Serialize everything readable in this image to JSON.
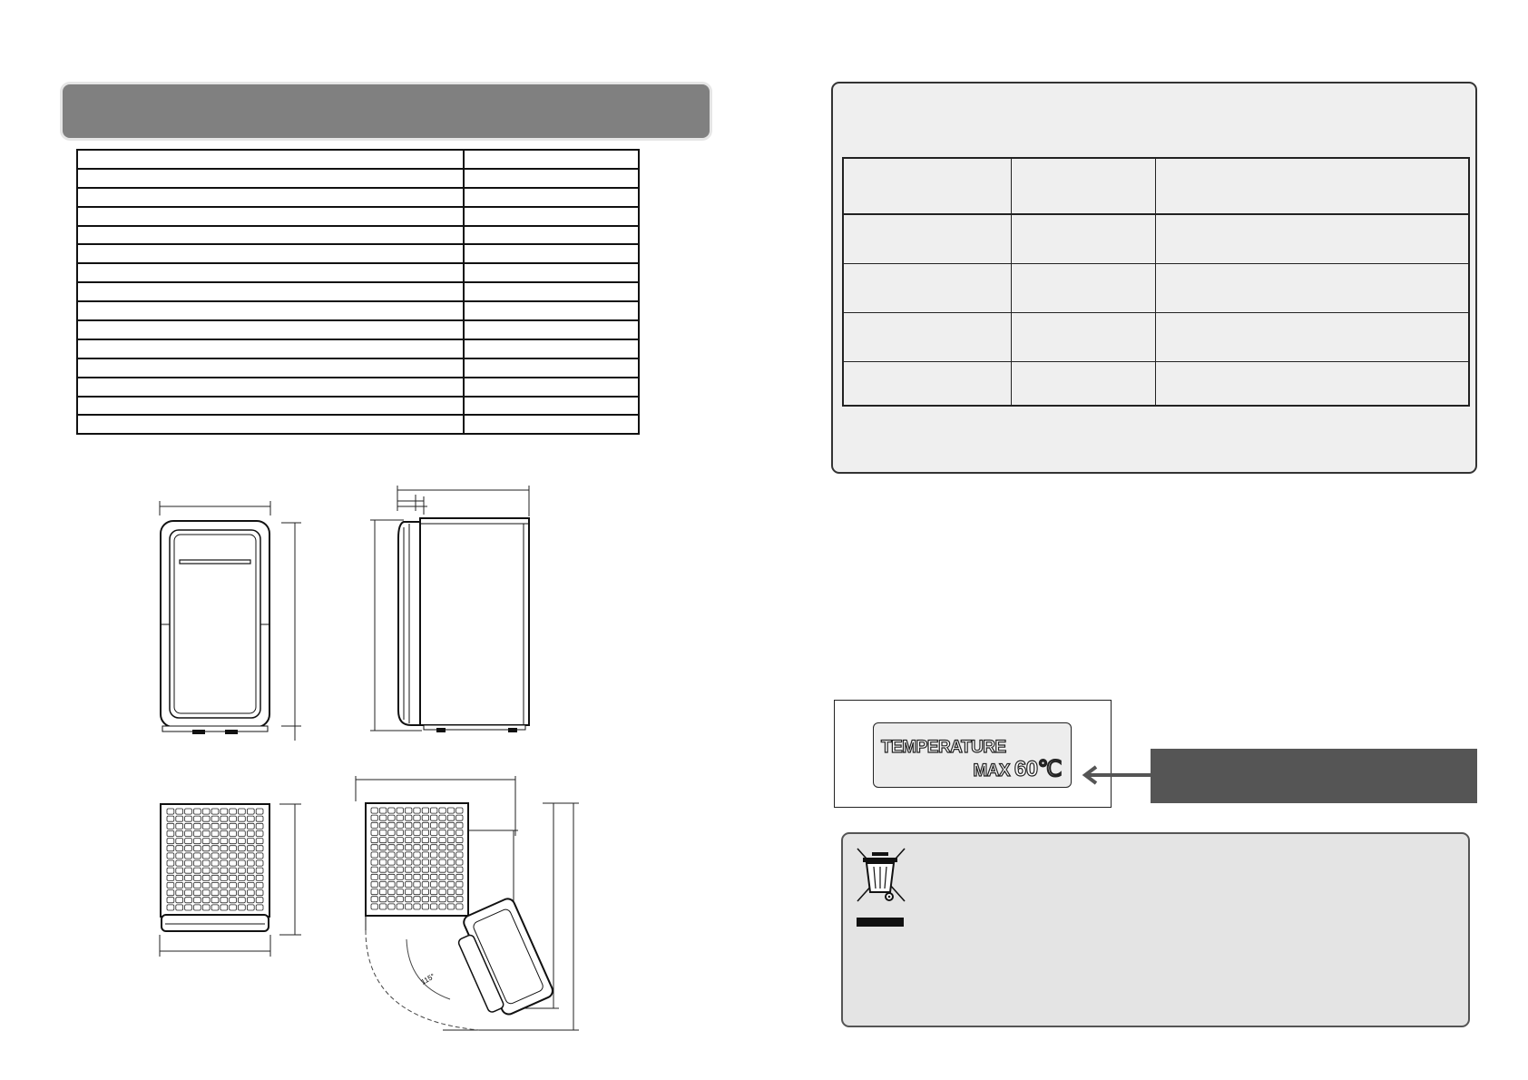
{
  "left_page": {
    "title": "",
    "spec_table": {
      "rows": [
        [
          "",
          ""
        ],
        [
          "",
          ""
        ],
        [
          "",
          ""
        ],
        [
          "",
          ""
        ],
        [
          "",
          ""
        ],
        [
          "",
          ""
        ],
        [
          "",
          ""
        ],
        [
          "",
          ""
        ],
        [
          "",
          ""
        ],
        [
          "",
          ""
        ],
        [
          "",
          ""
        ],
        [
          "",
          ""
        ],
        [
          "",
          ""
        ],
        [
          "",
          ""
        ],
        [
          "",
          ""
        ]
      ]
    },
    "drawings": {
      "front_view": "front-view-icon",
      "side_view": "side-view-icon",
      "top_view": "top-view-icon",
      "door_open_view": "door-open-top-view-icon",
      "door_angle_label": "115°"
    }
  },
  "right_page": {
    "climate_box": {
      "header": [
        "",
        "",
        ""
      ],
      "rows": [
        [
          "",
          "",
          ""
        ],
        [
          "",
          "",
          ""
        ],
        [
          "",
          "",
          ""
        ],
        [
          "",
          "",
          ""
        ]
      ]
    },
    "temperature_label": {
      "line1": "TEMPERATURE",
      "line2_prefix": "MAX",
      "line2_value": "60℃"
    },
    "weee": {
      "icon": "crossed-out-wheelie-bin-icon"
    }
  },
  "colors": {
    "title_bar": "#808080",
    "climate_box_bg": "#efefef",
    "weee_box_bg": "#e4e4e4",
    "dark_bar": "#555555"
  }
}
